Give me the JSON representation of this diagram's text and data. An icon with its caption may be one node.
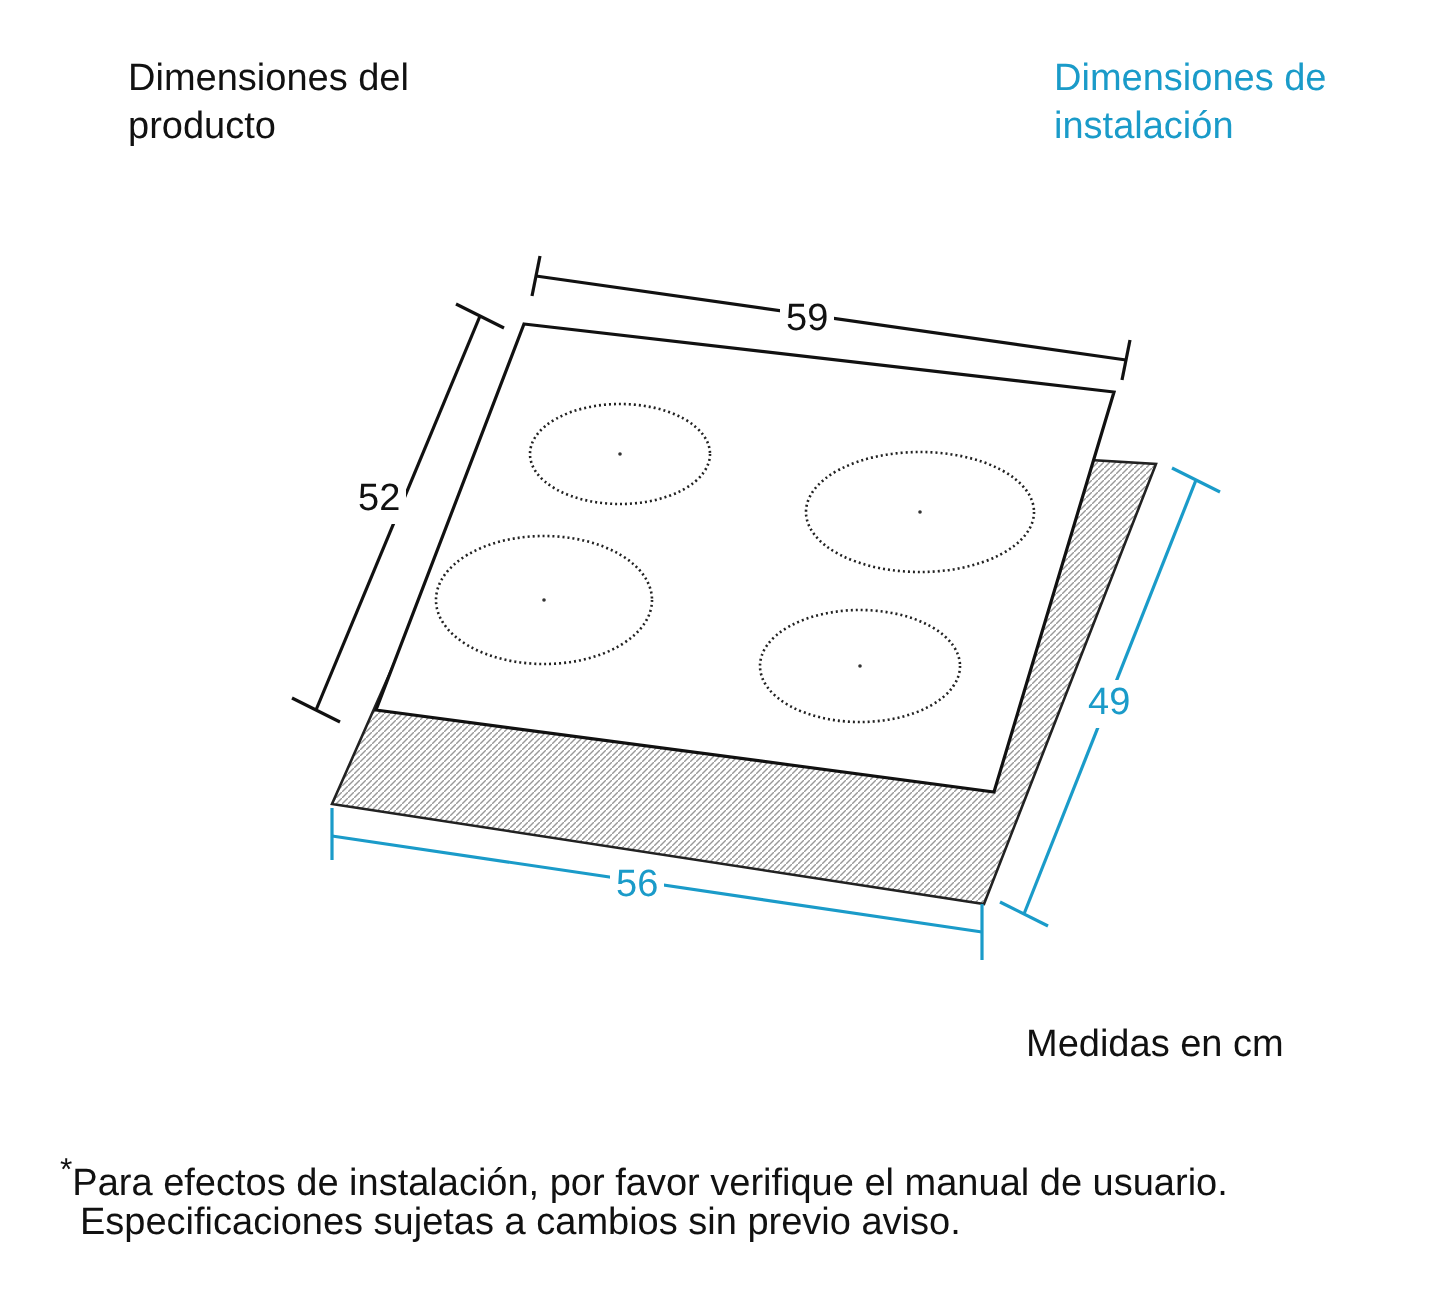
{
  "diagram": {
    "labels": [
      "Dimensiones del producto",
      "Dimensiones de instalación",
      "59",
      "52",
      "56",
      "49",
      "Medidas en cm",
      "$^{*}$Para efectos de instalación, por favor verifique el manual de usuario.",
      "Especificaciones sujetas a cambios sin previo aviso."
    ]
  }
}
